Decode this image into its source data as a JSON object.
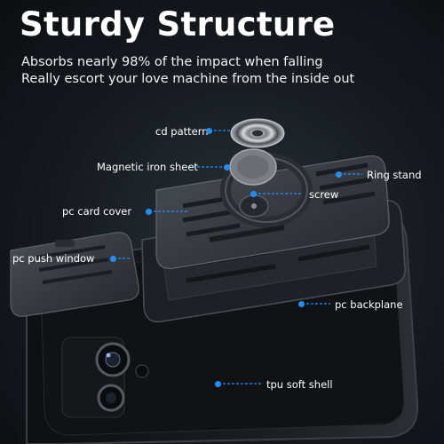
{
  "title": "Sturdy Structure",
  "subtitle_lines": [
    "Absorbs nearly 98% of the impact when falling",
    "Really escort your love machine from the inside out"
  ],
  "callouts": {
    "cd_pattern": "cd pattern",
    "magnetic_iron_sheet": "Magnetic iron sheet",
    "ring_stand": "Ring stand",
    "screw": "screw",
    "pc_card_cover": "pc card cover",
    "pc_push_window": "pc push window",
    "pc_backplane": "pc backplane",
    "tpu_soft_shell": "tpu soft shell"
  },
  "colors": {
    "accent": "#1f8fff",
    "case_black": "#1b1d20",
    "plate_gray": "#3a3e44"
  }
}
